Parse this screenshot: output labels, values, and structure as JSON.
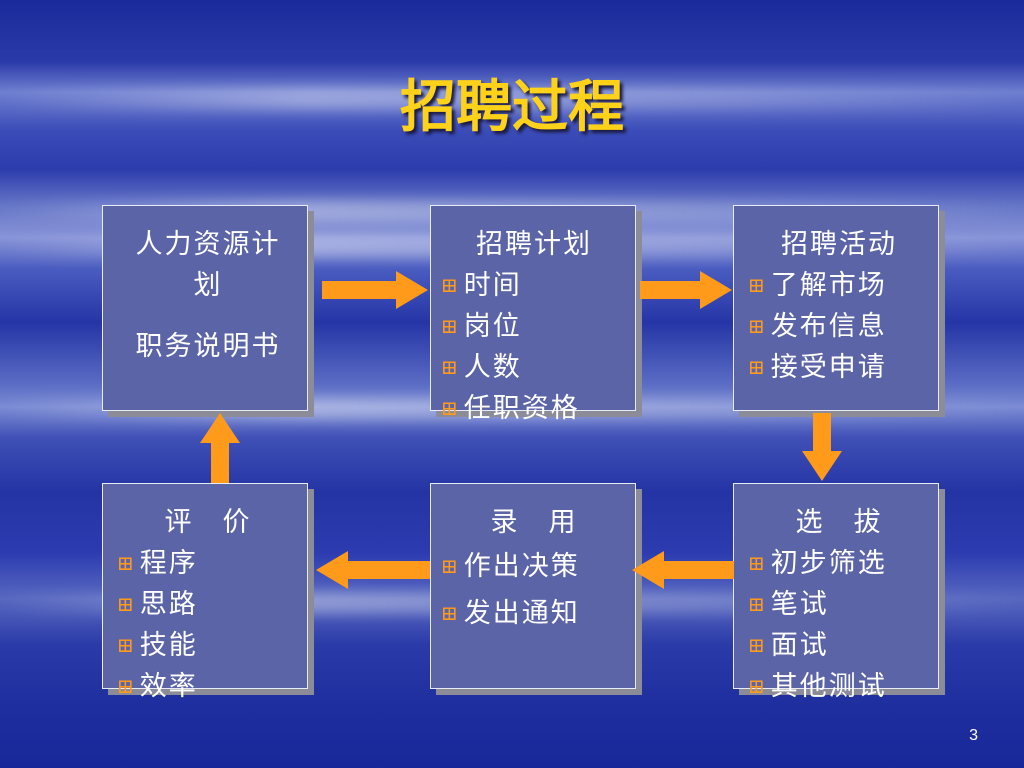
{
  "title": "招聘过程",
  "page_number": "3",
  "boxes": {
    "hr_plan": {
      "line1": "人力资源计",
      "line2": "划",
      "line3": "职务说明书"
    },
    "recruit_plan": {
      "heading": "招聘计划",
      "items": [
        "时间",
        "岗位",
        "人数",
        "任职资格"
      ]
    },
    "recruit_activity": {
      "heading": "招聘活动",
      "items": [
        "了解市场",
        "发布信息",
        "接受申请"
      ]
    },
    "evaluation": {
      "heading": "评　价",
      "items": [
        "程序",
        "思路",
        "技能",
        "效率"
      ]
    },
    "hiring": {
      "heading": "录　用",
      "items": [
        "作出决策",
        "发出通知"
      ]
    },
    "selection": {
      "heading": "选　拔",
      "items": [
        "初步筛选",
        "笔试",
        "面试",
        "其他测试"
      ]
    }
  },
  "colors": {
    "title": "#ffd21a",
    "box_fill": "#5c64a8",
    "arrow": "#ff9a1a",
    "bullet": "#ff9a1a"
  },
  "bullet_icon": "⌘-like-cross"
}
